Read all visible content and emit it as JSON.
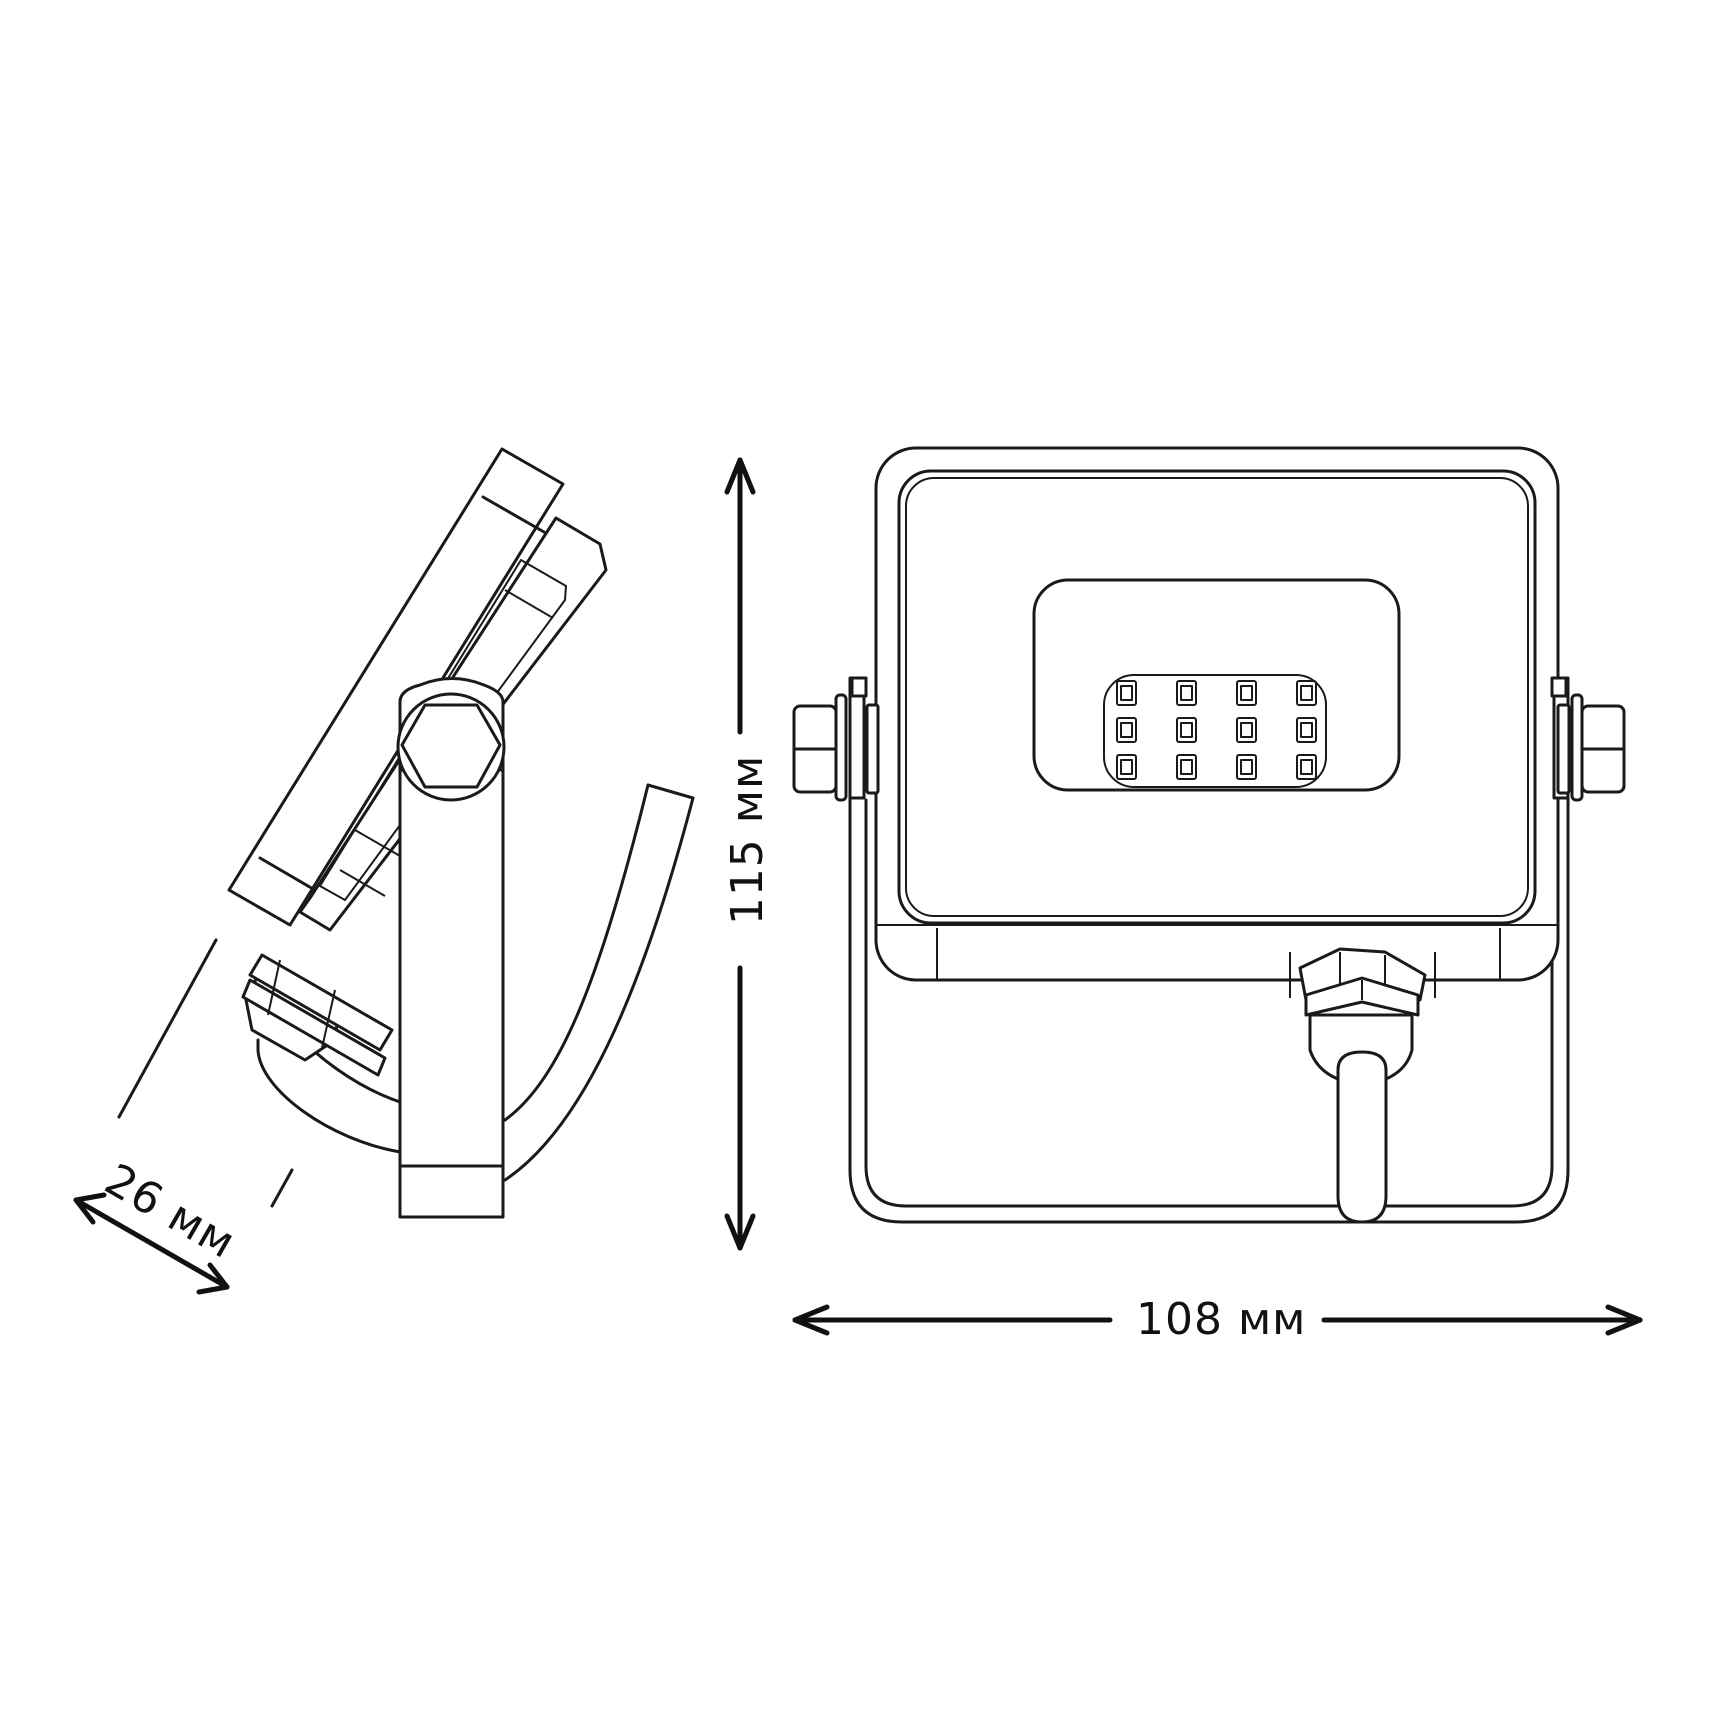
{
  "drawing": {
    "subject": "LED floodlight technical dimension drawing",
    "views": [
      "side-view",
      "front-view"
    ],
    "line_color": "#1a1a1a",
    "background": "#ffffff",
    "led_grid": {
      "rows": 3,
      "columns": 4,
      "count": 12
    }
  },
  "dimensions": {
    "width": {
      "value": 108,
      "unit": "мм",
      "label": "108 мм"
    },
    "height": {
      "value": 115,
      "unit": "мм",
      "label": "115 мм"
    },
    "depth": {
      "value": 26,
      "unit": "мм",
      "label": "26 мм"
    }
  }
}
